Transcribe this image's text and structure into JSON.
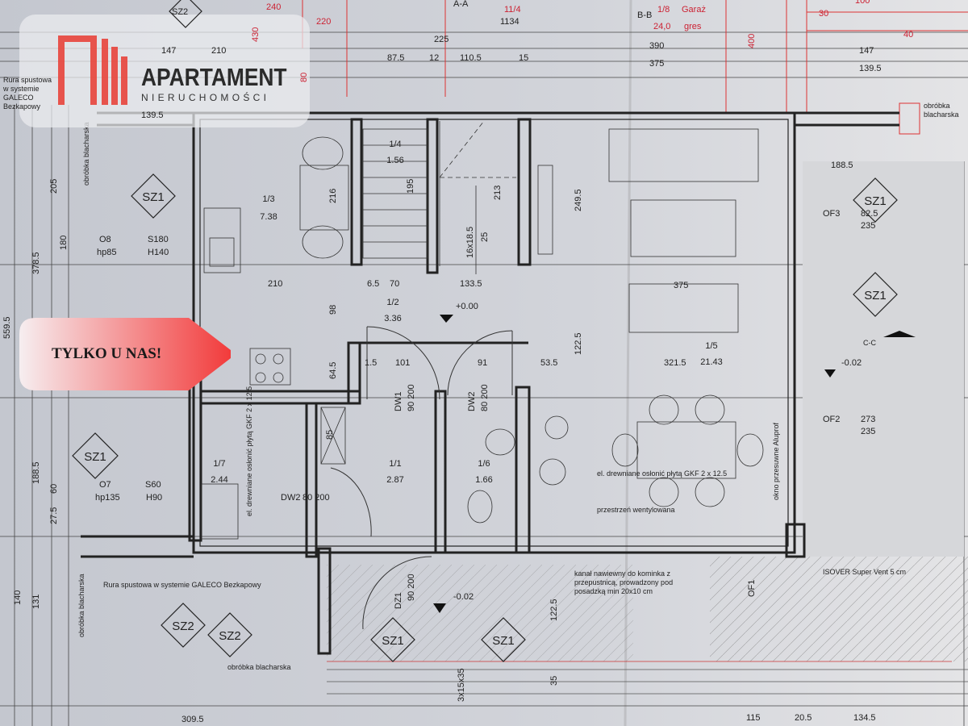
{
  "logo": {
    "title": "APARTAMENT",
    "subtitle": "NIERUCHOMOŚCI",
    "color": "#e8433b"
  },
  "badge": {
    "text": "TYLKO U NAS!",
    "gradient_from": "#f6eef0",
    "gradient_to": "#f23a3a"
  },
  "header_labels": {
    "sz2": "SZ2",
    "aa": "A-A",
    "ratio": "11/4",
    "bb": "B-B",
    "garage_id": "1/8",
    "garage": "Garaż",
    "garage_area": "24,0",
    "garage_floor": "gres",
    "total": "1134",
    "d240": "240",
    "d220": "220",
    "d430": "430",
    "d400": "400",
    "d30": "30",
    "d40": "40",
    "d100": "100"
  },
  "rooms": [
    {
      "id": "1/3",
      "area": "7.38"
    },
    {
      "id": "1/4",
      "area": "1.56"
    },
    {
      "id": "1/2",
      "area": "3.36"
    },
    {
      "id": "1/5",
      "area": "21.43"
    },
    {
      "id": "1/7",
      "area": "2.44"
    },
    {
      "id": "1/1",
      "area": "2.87"
    },
    {
      "id": "1/6",
      "area": "1.66"
    }
  ],
  "symbols": {
    "sz1": "SZ1",
    "sz2": "SZ2"
  },
  "dims": {
    "d147": "147",
    "d139_5": "139.5",
    "d225": "225",
    "d210": "210",
    "d80": "80",
    "d15": "15",
    "d87_5": "87.5",
    "d12": "12",
    "d110_5": "110.5",
    "d390": "390",
    "d375": "375",
    "d205": "205",
    "d180": "180",
    "d378_5": "378.5",
    "d559_5": "559.5",
    "d188_5": "188.5",
    "d60": "60",
    "d27_5": "27.5",
    "d140": "140",
    "d131": "131",
    "d216": "216",
    "d195": "195",
    "d213": "213",
    "d249_5": "249.5",
    "d16x18_5": "16x18.5",
    "d25": "25",
    "d210b": "210",
    "d6_5": "6.5",
    "d70": "70",
    "d133_5": "133.5",
    "d98": "98",
    "d101": "101",
    "d91": "91",
    "d53_5": "53.5",
    "d122_5": "122.5",
    "d321_5": "321.5",
    "d375b": "375",
    "d64_5": "64.5",
    "d1_5": "1.5",
    "d85": "85",
    "d115": "115",
    "d20_5": "20.5",
    "d134_5": "134.5",
    "d309_5": "309.5",
    "d35": "35",
    "d3x15x35": "3x15x35",
    "d82_5": "82.5",
    "d235": "235",
    "d273": "273"
  },
  "levels": {
    "zero": "+0.00",
    "minus_inner": "-0.02",
    "minus_outer": "-0.02"
  },
  "windows": {
    "o8": "O8",
    "o8_hp": "hp85",
    "o8_s": "S180",
    "o8_h": "H140",
    "o7": "O7",
    "o7_hp": "hp135",
    "o7_s": "S60",
    "o7_h": "H90",
    "of3": "OF3",
    "of2": "OF2",
    "of1": "OF1"
  },
  "doors": {
    "dw1": "DW1",
    "dw1_size": "90 200",
    "dw2a": "DW2",
    "dw2a_size": "80 200",
    "dw2b": "DW2",
    "dw2b_size": "80 200",
    "dz1": "DZ1",
    "dz1_size": "90 200"
  },
  "notes": {
    "gutter_top": "Rura spustowa w systemie GALECO Bezkapowy",
    "gutter_bottom": "Rura spustowa w systemie GALECO Bezkapowy",
    "flashing_tl": "obróbka blacharska",
    "flashing_tr": "obróbka blacharska",
    "flashing_l": "obróbka blacharska",
    "flashing_b": "obróbka blacharska",
    "casing1": "el. drewniane osłonić płytą GKF 2 x 12.5",
    "casing2": "el. drewniane osłonić płytą GKF 2 x 12.5",
    "ventilated": "przestrzeń wentylowana",
    "flue": "kanał nawiewny do kominka z przepustnicą, prowadzony pod posadzką min 20x10 cm",
    "isover": "ISOVER Super Vent 5 cm",
    "sliding": "okno przesuwne Aluprof",
    "cc": "C-C"
  }
}
